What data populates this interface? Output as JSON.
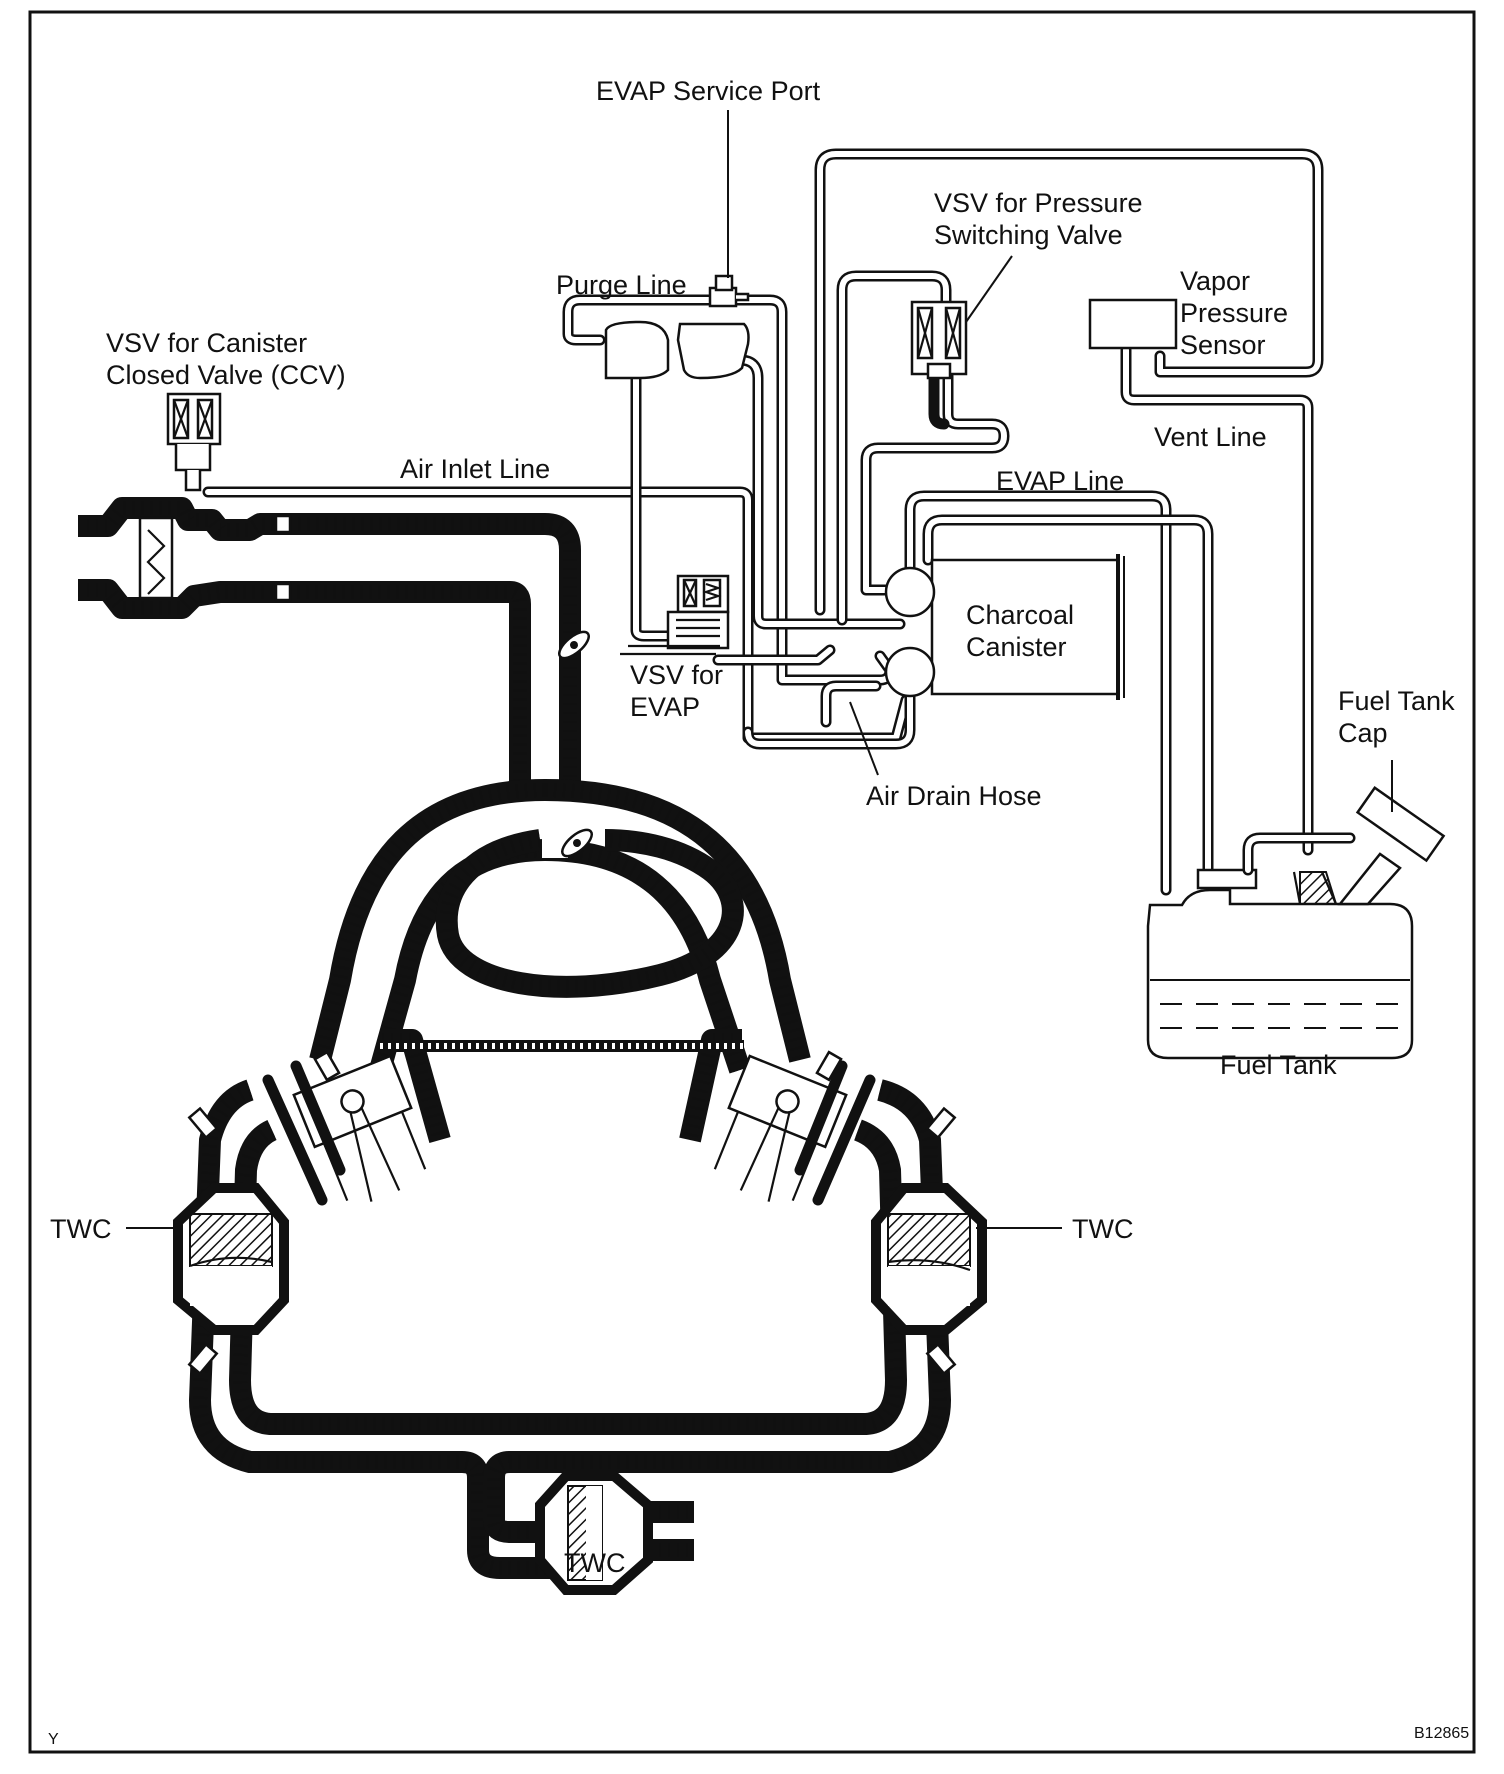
{
  "labels": {
    "evap_service_port": "EVAP Service Port",
    "vsv_pressure_switching_1": "VSV for Pressure",
    "vsv_pressure_switching_2": "Switching Valve",
    "vapor_pressure_sensor_1": "Vapor",
    "vapor_pressure_sensor_2": "Pressure",
    "vapor_pressure_sensor_3": "Sensor",
    "purge_line": "Purge Line",
    "vsv_ccv_1": "VSV for Canister",
    "vsv_ccv_2": "Closed Valve (CCV)",
    "air_inlet_line": "Air Inlet Line",
    "evap_line": "EVAP Line",
    "vent_line": "Vent Line",
    "charcoal_canister_1": "Charcoal",
    "charcoal_canister_2": "Canister",
    "vsv_evap_1": "VSV for",
    "vsv_evap_2": "EVAP",
    "fuel_tank_cap_1": "Fuel Tank",
    "fuel_tank_cap_2": "Cap",
    "air_drain_hose": "Air Drain Hose",
    "fuel_tank": "Fuel Tank",
    "twc_left": "TWC",
    "twc_right": "TWC",
    "twc_bottom": "TWC",
    "corner_mark": "Y",
    "figure_code": "B12865"
  }
}
